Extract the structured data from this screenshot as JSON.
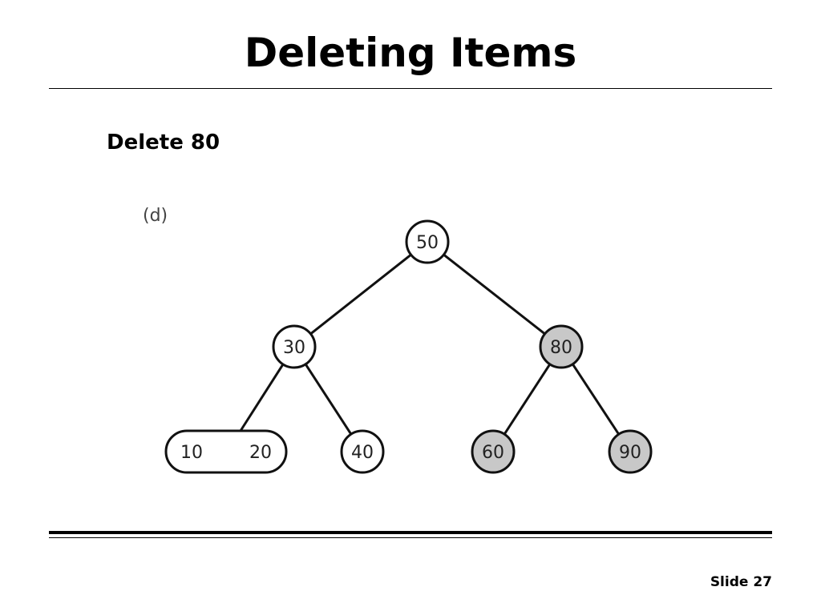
{
  "slide": {
    "title": "Deleting Items",
    "subtitle": "Delete 80",
    "number_label": "Slide 27"
  },
  "diagram": {
    "panel_label": "(d)",
    "highlight_color": "#c8c8c8",
    "node_fill": "#ffffff",
    "nodes": [
      {
        "id": "n50",
        "keys": [
          "50"
        ],
        "highlighted": false
      },
      {
        "id": "n30",
        "keys": [
          "30"
        ],
        "highlighted": false
      },
      {
        "id": "n80",
        "keys": [
          "80"
        ],
        "highlighted": true
      },
      {
        "id": "n1020",
        "keys": [
          "10",
          "20"
        ],
        "highlighted": false
      },
      {
        "id": "n40",
        "keys": [
          "40"
        ],
        "highlighted": false
      },
      {
        "id": "n60",
        "keys": [
          "60"
        ],
        "highlighted": true
      },
      {
        "id": "n90",
        "keys": [
          "90"
        ],
        "highlighted": true
      }
    ],
    "edges": [
      {
        "from": "n50",
        "to": "n30"
      },
      {
        "from": "n50",
        "to": "n80"
      },
      {
        "from": "n30",
        "to": "n1020"
      },
      {
        "from": "n30",
        "to": "n40"
      },
      {
        "from": "n80",
        "to": "n60"
      },
      {
        "from": "n80",
        "to": "n90"
      }
    ]
  }
}
